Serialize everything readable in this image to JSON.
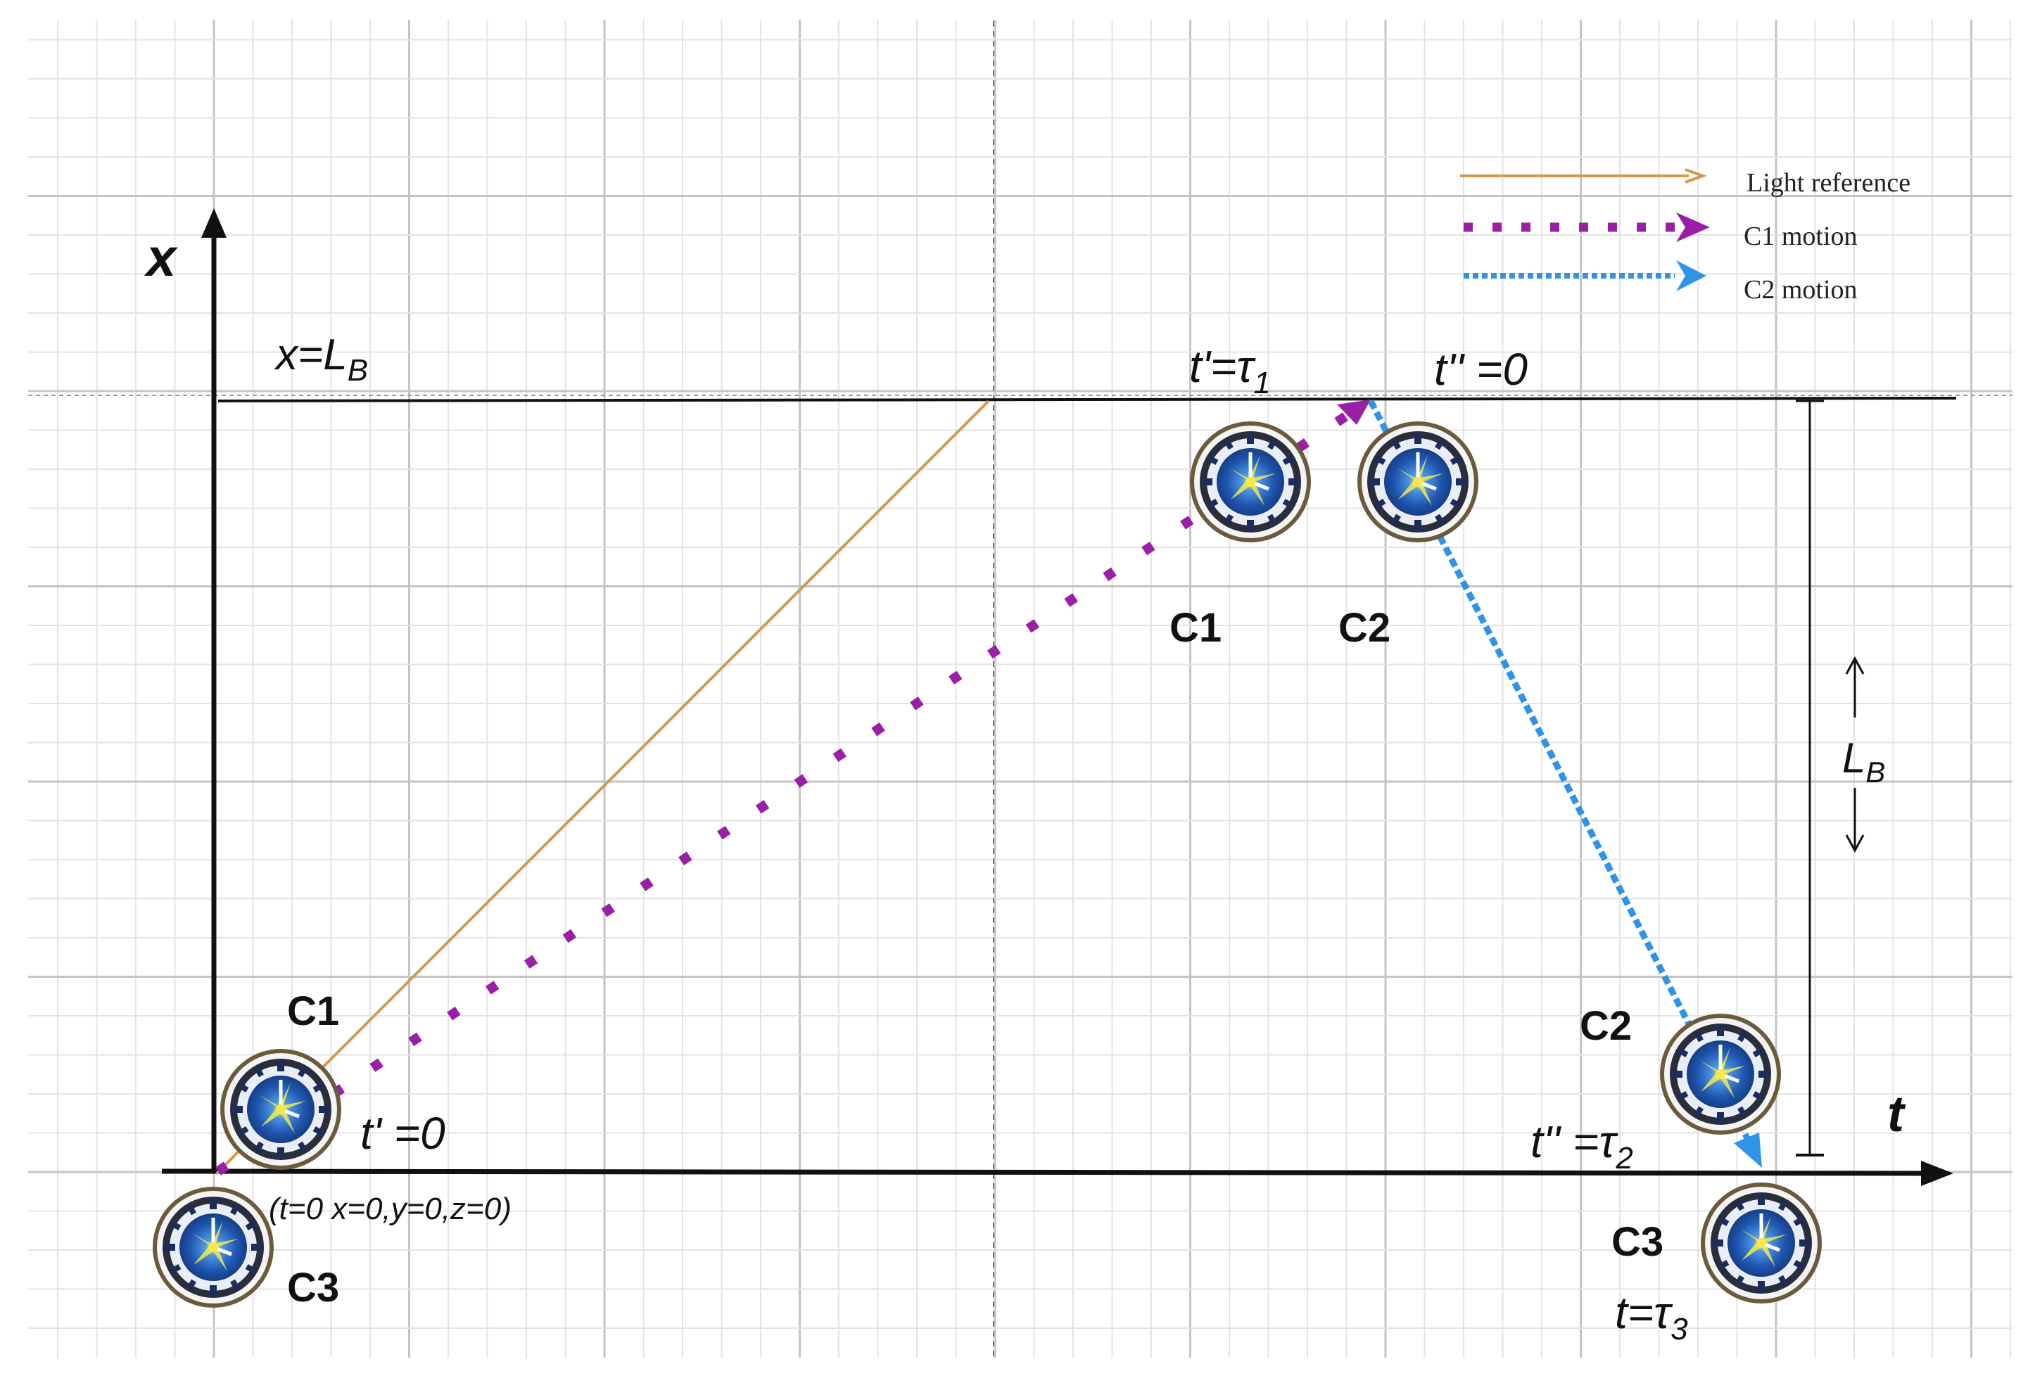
{
  "axes": {
    "x_label": "x",
    "t_label": "t"
  },
  "top_line_label": {
    "pre": "x=L",
    "sub": "B"
  },
  "legend": {
    "light": "Light reference",
    "c1": "C1 motion",
    "c2": "C2 motion"
  },
  "clocks": {
    "c1_start": "C1",
    "c3_origin": "C3",
    "c1_top": "C1",
    "c2_top": "C2",
    "c2_bottom": "C2",
    "c3_end": "C3"
  },
  "events": {
    "t_prime_zero": "t' =0",
    "origin_coords": "(t=0 x=0,y=0,z=0)",
    "t_prime_tau1": {
      "pre": "t'=τ",
      "sub": "1"
    },
    "t_dprime_zero": "t'' =0",
    "t_dprime_tau2": {
      "pre": "t'' =τ",
      "sub": "2"
    },
    "t_tau3": {
      "pre": "t=τ",
      "sub": "3"
    }
  },
  "distance_label": {
    "pre": "L",
    "sub": "B"
  },
  "colors": {
    "light": "#d29a4c",
    "c1_motion": "#9b1ea6",
    "c2_motion": "#2f93e8",
    "axis": "#111111",
    "grid_major": "#c4c4c4",
    "grid_minor": "#e3e3e3",
    "clock_face": "#1f56b0"
  },
  "icons": {
    "clock": "wall-clock-icon"
  }
}
